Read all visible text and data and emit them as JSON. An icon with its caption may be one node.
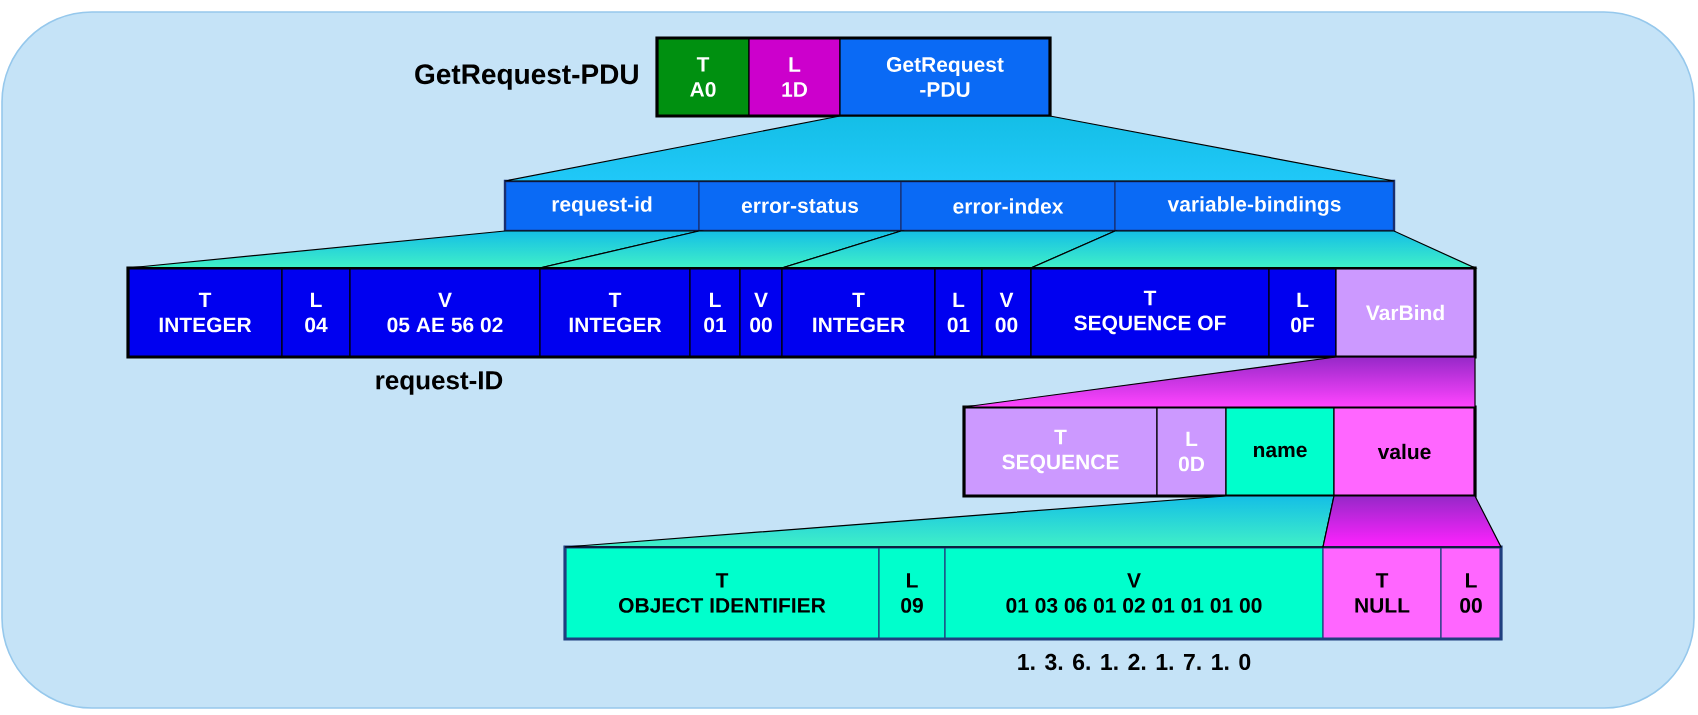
{
  "diagram": {
    "nodes": [
      {
        "text": [],
        "shape": "box",
        "beside": [
          "GetRequest-PDU"
        ]
      },
      {
        "text": [
          "T",
          "A0"
        ],
        "in": 0
      },
      {
        "text": [
          "L",
          "1D"
        ],
        "in": 0
      },
      {
        "text": [
          "GetRequest -PDU"
        ],
        "in": 0
      },
      {
        "text": [],
        "shape": "box"
      },
      {
        "text": [
          "request-id"
        ],
        "in": 4
      },
      {
        "text": [
          "error-status"
        ],
        "in": 4
      },
      {
        "text": [
          "error-index"
        ],
        "in": 4
      },
      {
        "text": [
          "variable-bindings"
        ],
        "in": 4
      },
      {
        "text": [],
        "shape": "box"
      },
      {
        "text": [
          "T",
          "INTEGER"
        ],
        "in": 9
      },
      {
        "text": [
          "L",
          "04"
        ],
        "in": 9
      },
      {
        "text": [
          "V",
          "05 AE 56 02"
        ],
        "in": 9,
        "beside": [
          "request-ID"
        ]
      },
      {
        "text": [
          "T",
          "INTEGER"
        ],
        "in": 9
      },
      {
        "text": [
          "L",
          "01"
        ],
        "in": 9
      },
      {
        "text": [
          "V",
          "00"
        ],
        "in": 9
      },
      {
        "text": [
          "T",
          "INTEGER"
        ],
        "in": 9
      },
      {
        "text": [
          "L",
          "01"
        ],
        "in": 9
      },
      {
        "text": [
          "V",
          "00"
        ],
        "in": 9
      },
      {
        "text": [
          "T",
          "SEQUENCE OF"
        ],
        "in": 9
      },
      {
        "text": [
          "L",
          "0F"
        ],
        "in": 9
      },
      {
        "text": [
          "VarBind"
        ],
        "in": 9
      },
      {
        "text": [],
        "shape": "box"
      },
      {
        "text": [
          "T",
          "SEQUENCE"
        ],
        "in": 22
      },
      {
        "text": [
          "L",
          "0D"
        ],
        "in": 22
      },
      {
        "text": [
          "name"
        ],
        "in": 22
      },
      {
        "text": [
          "value"
        ],
        "in": 22
      },
      {
        "text": [],
        "shape": "box"
      },
      {
        "text": [
          "T",
          "OBJECT IDENTIFIER"
        ],
        "in": 27
      },
      {
        "text": [
          "L",
          "09"
        ],
        "in": 27
      },
      {
        "text": [
          "V",
          "01 03 06 01 02 01 01 01 00"
        ],
        "in": 27,
        "beside": [
          "1. 3. 6. 1. 2. 1. 7. 1. 0"
        ]
      },
      {
        "text": [
          "T",
          "NULL"
        ],
        "in": 27
      },
      {
        "text": [
          "L",
          "00"
        ],
        "in": 27
      }
    ],
    "edges": [
      {
        "from": 3,
        "to": 4,
        "arrow": "none",
        "color": "#20c8f8"
      },
      {
        "from": 5,
        "to": 9,
        "arrow": "none"
      },
      {
        "from": 6,
        "to": 9,
        "arrow": "none"
      },
      {
        "from": 7,
        "to": 9,
        "arrow": "none"
      },
      {
        "from": 8,
        "to": 9,
        "arrow": "none"
      },
      {
        "from": 21,
        "to": 22,
        "arrow": "none",
        "color": "#ff44ff"
      },
      {
        "from": 25,
        "to": 27,
        "arrow": "none"
      },
      {
        "from": 26,
        "to": 27,
        "arrow": "none",
        "color": "#ff22ff"
      }
    ]
  }
}
